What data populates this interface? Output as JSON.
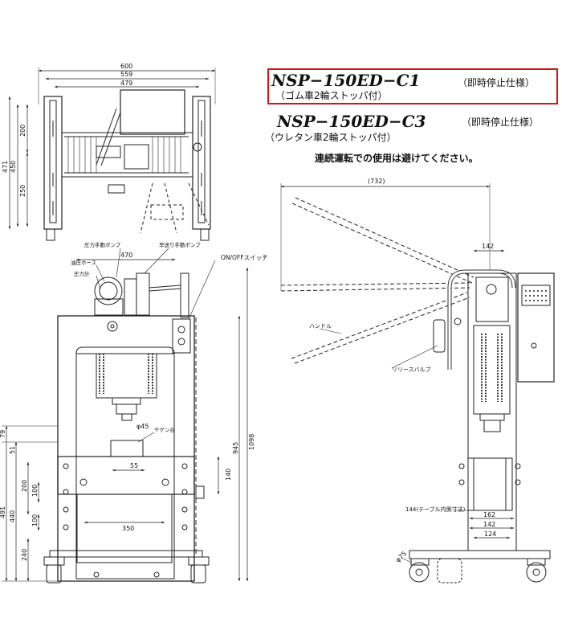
{
  "header": {
    "model_1": "NSP−150ED−C1",
    "model_1_spec": "（即時停止仕様）",
    "model_1_wheels": "（ゴム車2輪ストッパ付）",
    "model_2": "NSP−150ED−C3",
    "model_2_spec": "（即時停止仕様）",
    "model_2_wheels": "（ウレタン車2輪ストッパ付）",
    "notice": "連続運転での使用は避けてください。",
    "highlight_color": "#d01818"
  },
  "top_view": {
    "dim_600": "600",
    "dim_559": "559",
    "dim_479": "479",
    "dim_471": "471",
    "dim_450": "450",
    "dim_200": "200",
    "dim_250": "250"
  },
  "front_view": {
    "label_pressure_pump": "圧力手動ポンプ",
    "label_fast_pump": "早送り手動ポンプ",
    "label_oil_hose": "油圧ホース",
    "label_gauge": "圧力計",
    "label_switch": "ON/OFFスイッチ",
    "label_v_block": "ヤゲン台",
    "dim_470": "470",
    "dim_45": "φ45",
    "dim_55": "55",
    "dim_350": "350",
    "dim_1098": "1098",
    "dim_945": "945",
    "dim_140": "140",
    "dim_79": "79",
    "dim_51": "51",
    "dim_491": "491",
    "dim_440": "440",
    "dim_200": "200",
    "dim_100a": "100",
    "dim_100b": "100",
    "dim_240": "240"
  },
  "side_view": {
    "dim_732": "(732)",
    "dim_142_top": "142",
    "label_handle": "ハンドル",
    "label_release_valve": "リリースバルブ",
    "label_table_width": "144(テーブル内側寸法)",
    "dim_162": "162",
    "dim_142": "142",
    "dim_124": "124",
    "dim_75": "φ75"
  }
}
